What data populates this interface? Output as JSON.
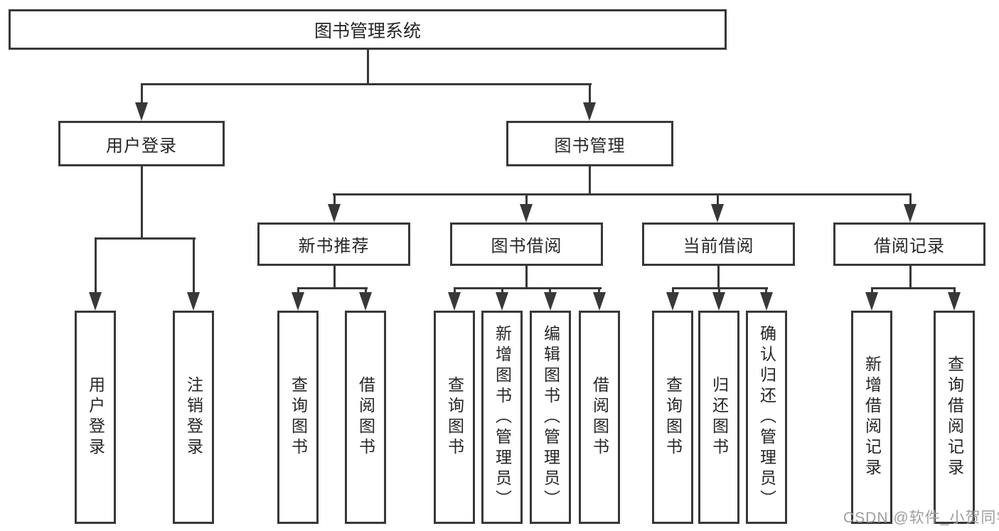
{
  "colors": {
    "line": "#383838",
    "box_border": "#383838",
    "text": "#262626",
    "watermark": "#9e9e9e",
    "background": "#ffffff"
  },
  "root": {
    "label": "图书管理系统"
  },
  "branches": {
    "user_login": {
      "label": "用户登录",
      "children": [
        {
          "label": "用户登录"
        },
        {
          "label": "注销登录"
        }
      ]
    },
    "book_management": {
      "label": "图书管理",
      "children": [
        {
          "label": "新书推荐",
          "children": [
            {
              "label": "查询图书"
            },
            {
              "label": "借阅图书"
            }
          ]
        },
        {
          "label": "图书借阅",
          "children": [
            {
              "label": "查询图书"
            },
            {
              "label": "新增图书（管理员）"
            },
            {
              "label": "编辑图书（管理员）"
            },
            {
              "label": "借阅图书"
            }
          ]
        },
        {
          "label": "当前借阅",
          "children": [
            {
              "label": "查询图书"
            },
            {
              "label": "归还图书"
            },
            {
              "label": "确认归还（管理员）"
            }
          ]
        },
        {
          "label": "借阅记录",
          "children": [
            {
              "label": "新增借阅记录"
            },
            {
              "label": "查询借阅记录"
            }
          ]
        }
      ]
    }
  },
  "watermark": {
    "text": "CSDN @软件_小贺同学"
  }
}
